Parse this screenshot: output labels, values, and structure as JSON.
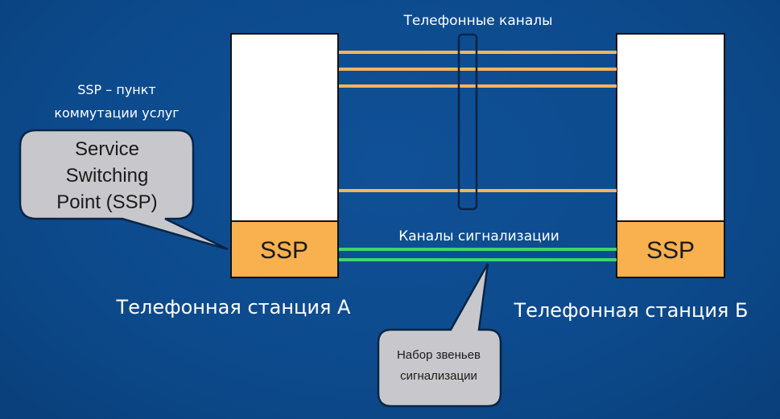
{
  "title_phone_channels": "Телефонные каналы",
  "ssp_caption": [
    "SSP – пункт",
    "коммутации услуг"
  ],
  "ssp_bubble": [
    "Service",
    "Switching",
    "Point (SSP)"
  ],
  "station_a": {
    "label": "Телефонная станция А",
    "ssp": "SSP"
  },
  "station_b": {
    "label": "Телефонная станция Б",
    "ssp": "SSP"
  },
  "signaling_label": "Каналы сигнализации",
  "linkset_bubble": [
    "Набор звеньев",
    "сигнализации"
  ],
  "colors": {
    "background": "#0c4a8c",
    "ssp": "#f9b04f",
    "voice": "#f5b463",
    "signal": "#3fd46a",
    "bubble": "#c8c8cc"
  }
}
